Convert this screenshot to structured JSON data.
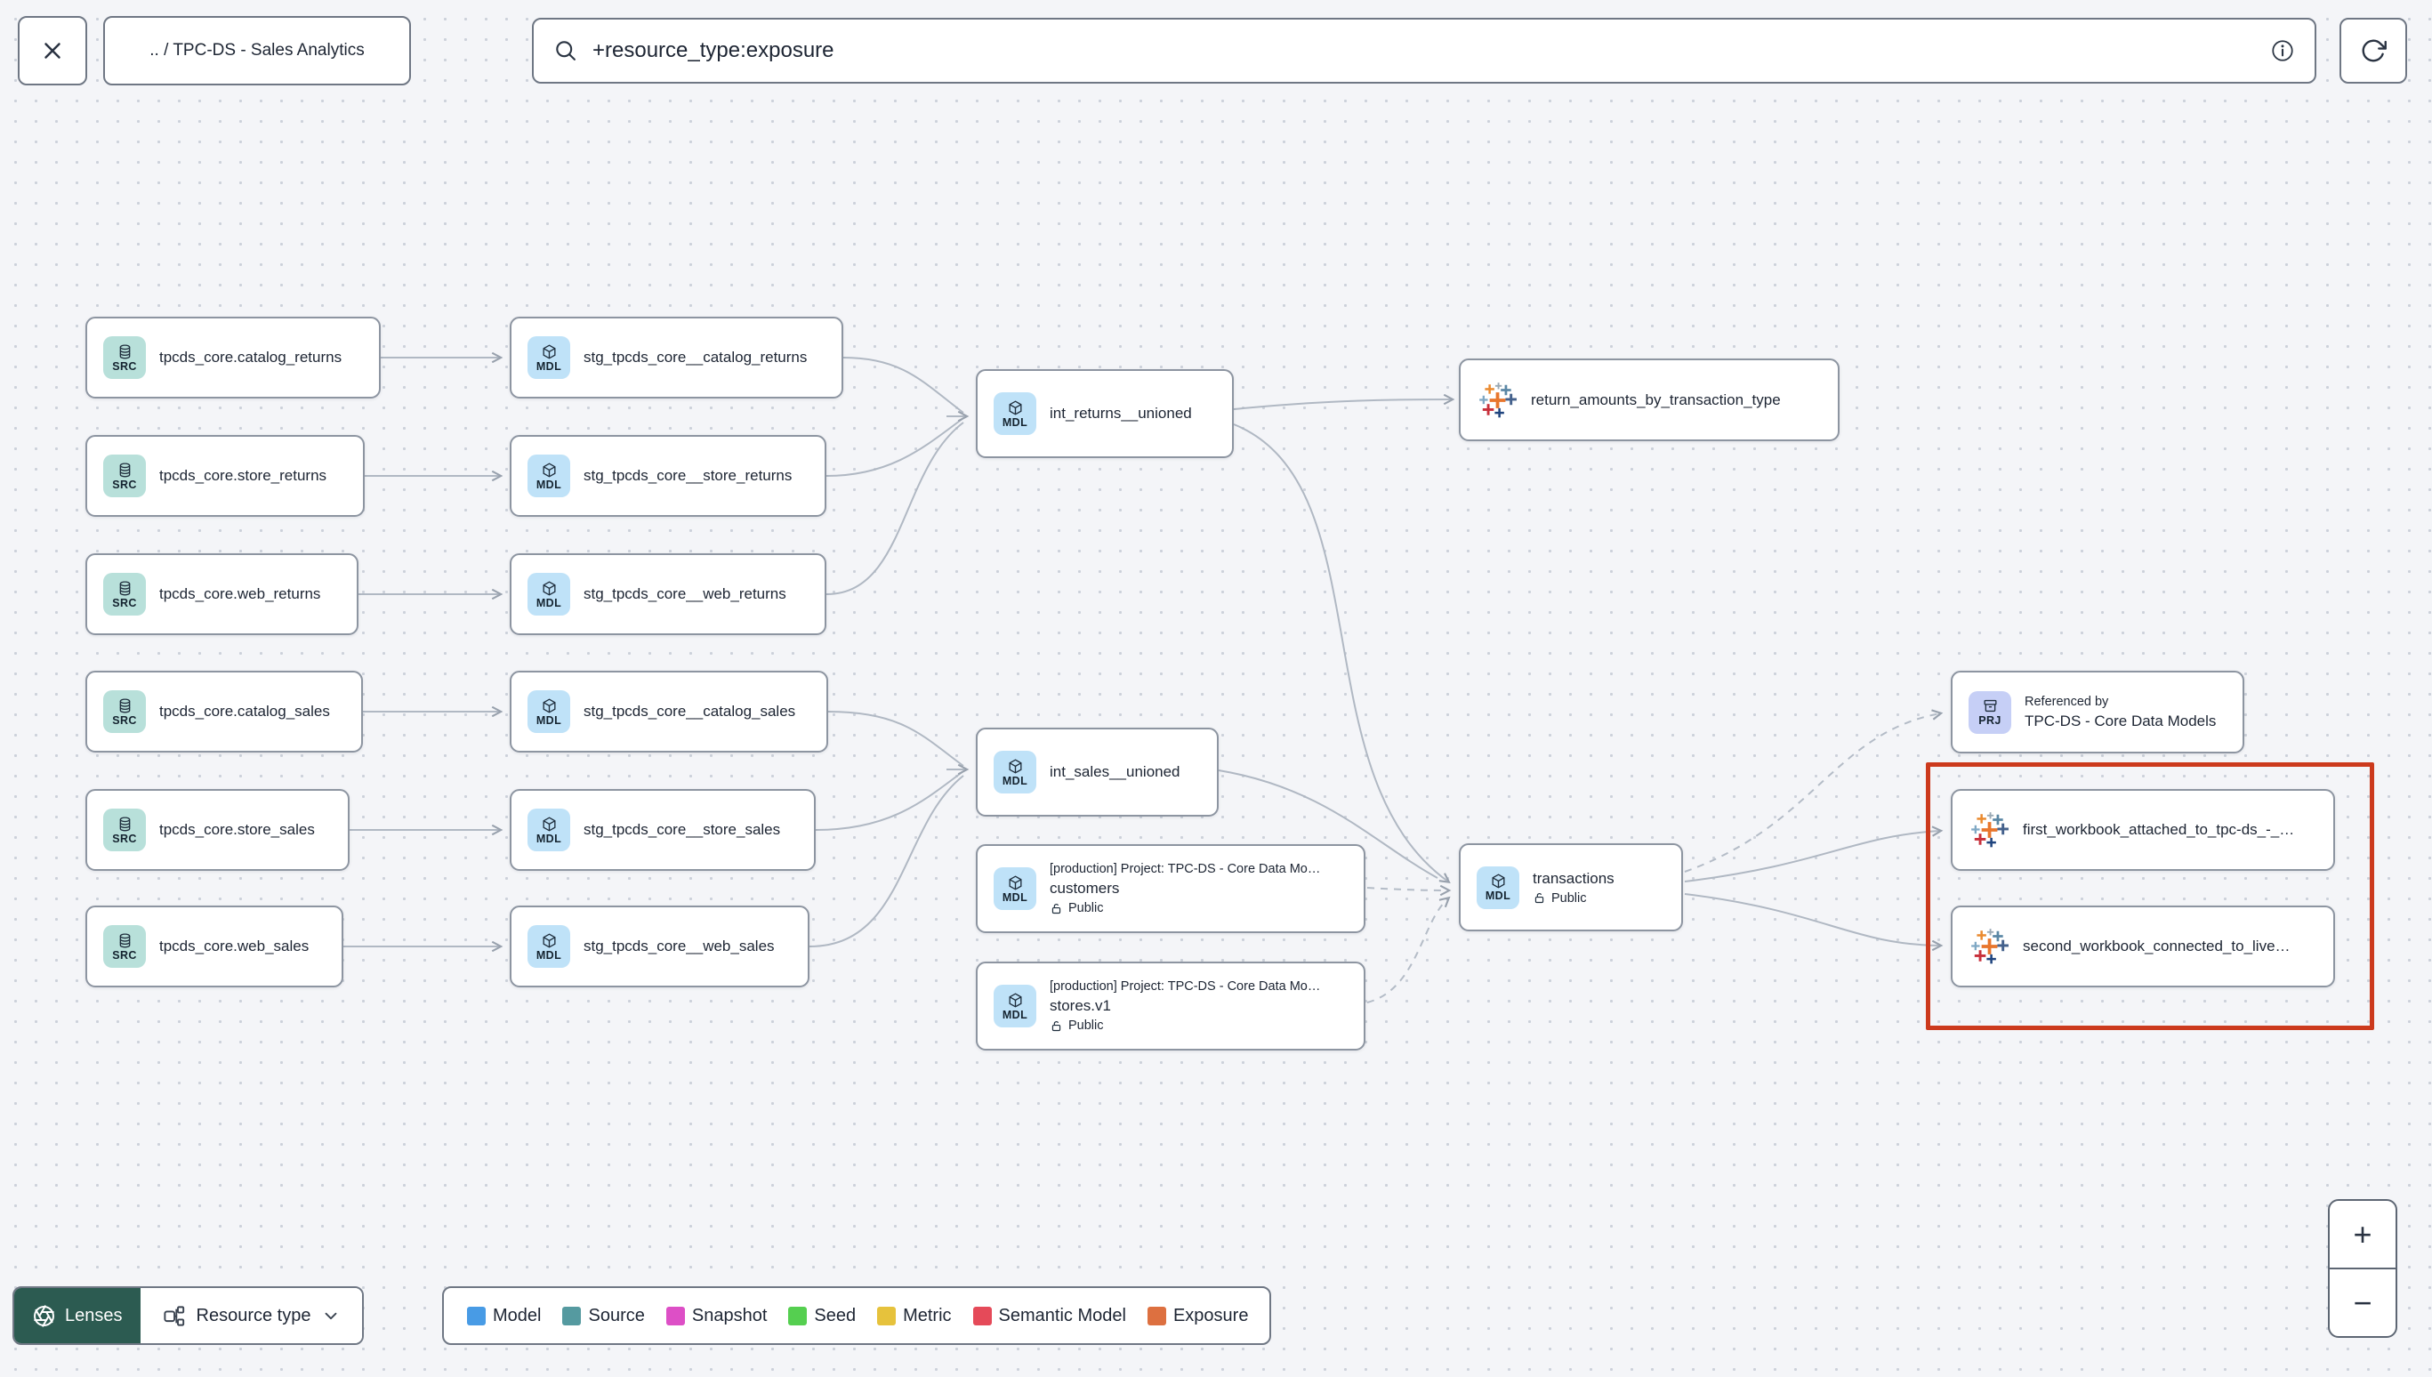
{
  "topbar": {
    "breadcrumb": ".. / TPC-DS - Sales Analytics",
    "search": {
      "value": "+resource_type:exposure"
    }
  },
  "nodes": [
    {
      "badge": "SRC",
      "label": "tpcds_core.catalog_returns"
    },
    {
      "badge": "SRC",
      "label": "tpcds_core.store_returns"
    },
    {
      "badge": "SRC",
      "label": "tpcds_core.web_returns"
    },
    {
      "badge": "SRC",
      "label": "tpcds_core.catalog_sales"
    },
    {
      "badge": "SRC",
      "label": "tpcds_core.store_sales"
    },
    {
      "badge": "SRC",
      "label": "tpcds_core.web_sales"
    },
    {
      "badge": "MDL",
      "label": "stg_tpcds_core__catalog_returns"
    },
    {
      "badge": "MDL",
      "label": "stg_tpcds_core__store_returns"
    },
    {
      "badge": "MDL",
      "label": "stg_tpcds_core__web_returns"
    },
    {
      "badge": "MDL",
      "label": "stg_tpcds_core__catalog_sales"
    },
    {
      "badge": "MDL",
      "label": "stg_tpcds_core__store_sales"
    },
    {
      "badge": "MDL",
      "label": "stg_tpcds_core__web_sales"
    },
    {
      "badge": "MDL",
      "label": "int_returns__unioned"
    },
    {
      "badge": "MDL",
      "label": "int_sales__unioned"
    },
    {
      "label": "return_amounts_by_transaction_type"
    },
    {
      "badge": "MDL",
      "project": "[production] Project: TPC-DS - Core Data Mo…",
      "label": "customers",
      "access": "Public"
    },
    {
      "badge": "MDL",
      "project": "[production] Project: TPC-DS - Core Data Mo…",
      "label": "stores.v1",
      "access": "Public"
    },
    {
      "badge": "MDL",
      "label": "transactions",
      "access": "Public"
    },
    {
      "badge": "PRJ",
      "meta": "Referenced by",
      "label": "TPC-DS - Core Data Models"
    },
    {
      "label": "first_workbook_attached_to_tpc-ds_-_…"
    },
    {
      "label": "second_workbook_connected_to_live…"
    }
  ],
  "footer": {
    "lenses_label": "Lenses",
    "resource_type_label": "Resource type",
    "legend": {
      "items": [
        {
          "label": "Model",
          "color": "#489be5"
        },
        {
          "label": "Source",
          "color": "#559aa0"
        },
        {
          "label": "Snapshot",
          "color": "#dd4fc6"
        },
        {
          "label": "Seed",
          "color": "#55cf50"
        },
        {
          "label": "Metric",
          "color": "#e6c23c"
        },
        {
          "label": "Semantic Model",
          "color": "#e54a59"
        },
        {
          "label": "Exposure",
          "color": "#dd7040"
        }
      ]
    }
  },
  "zoom_controls": {
    "zoom_in": "+",
    "zoom_out": "−"
  }
}
